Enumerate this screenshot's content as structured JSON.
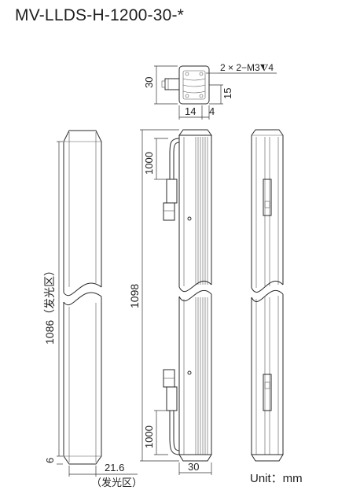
{
  "title": "MV-LLDS-H-1200-30-*",
  "unit_label": "Unit：mm",
  "dimensions": {
    "top_height": "30",
    "screw_spec": "2 × 2−M3⧨4",
    "screw_offset": "15",
    "width_14": "14",
    "width_4": "4",
    "emitting_length": "1086（发光区）",
    "end_margin": "6",
    "emitting_width": "21.6",
    "emitting_width_note": "（发光区）",
    "total_length": "1098",
    "mount_top": "1000",
    "mount_bottom": "1000",
    "body_width": "30"
  }
}
